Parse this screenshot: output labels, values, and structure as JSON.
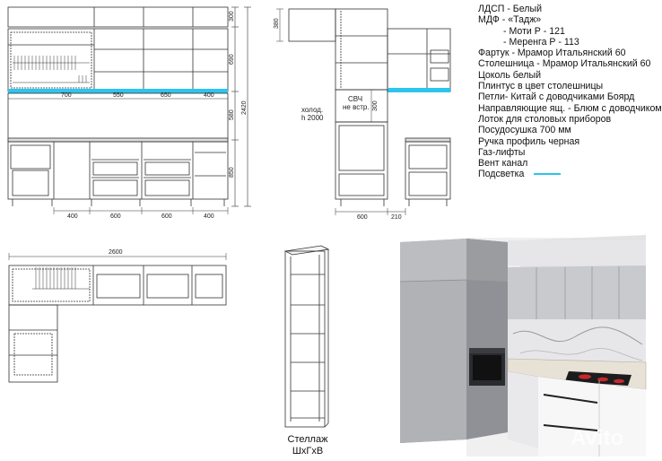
{
  "spec_list": [
    "ЛДСП - Белый",
    "МДФ - «Тадж»",
    "- Моти Р - 121",
    "- Меренга Р - 113",
    "Фартук - Мрамор Итальянский 60",
    "Столешница - Мрамор Итальянский 60",
    "Цоколь белый",
    "Плинтус в цвет столешницы",
    "Петли- Китай с доводчиками Боярд",
    "Направляющие ящ. - Блюм с доводчиком",
    "Лоток для столовых приборов",
    "Посудосушка  700 мм",
    "Ручка профиль черная",
    "Газ-лифты",
    "Вент канал",
    "Подсветка"
  ],
  "front_view": {
    "vertical_dims": [
      "300",
      "690",
      "580",
      "850",
      "2420"
    ],
    "top_widths": [
      "700",
      "550",
      "650",
      "400"
    ],
    "bottom_widths": [
      "400",
      "600",
      "600",
      "400"
    ]
  },
  "side_view": {
    "top_dim": "380",
    "fridge_label": [
      "холод.",
      "h 2000"
    ],
    "microwave_label": [
      "СВЧ",
      "не встр."
    ],
    "microwave_dim": "300",
    "bottom_widths": [
      "600",
      "210"
    ]
  },
  "plan_view": {
    "width_dim": "2600"
  },
  "shelf": {
    "caption_line1": "Стеллаж",
    "caption_line2": "ШхГхВ"
  },
  "watermark": "Avito",
  "colors": {
    "line": "#333333",
    "backlight": "#2ec4ee",
    "cabinet_grey": "#a4a6ab",
    "cabinet_light": "#d2d3d6",
    "counter": "#e8e2d6"
  }
}
